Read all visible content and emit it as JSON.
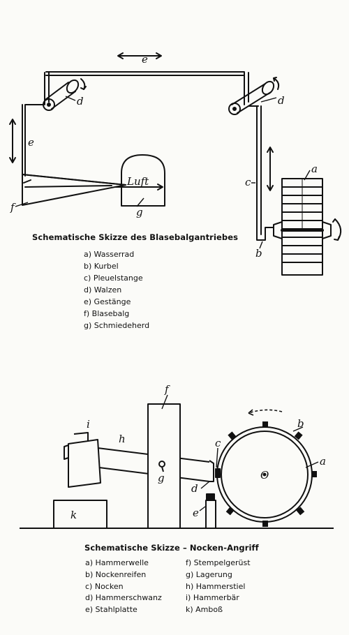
{
  "diagram1": {
    "caption": "Schematische Skizze des Blasebalgantriebes",
    "labels": {
      "a": "a",
      "b": "b",
      "c": "c",
      "d1": "d",
      "d2": "d",
      "e_top": "e",
      "e_left": "e",
      "f": "f",
      "g": "g",
      "luft": "Luft"
    },
    "legend": [
      "a) Wasserrad",
      "b) Kurbel",
      "c) Pleuelstange",
      "d) Walzen",
      "e) Gestänge",
      "f) Blasebalg",
      "g) Schmiedeherd"
    ]
  },
  "diagram2": {
    "caption": "Schematische Skizze – Nocken-Angriff",
    "labels": {
      "a": "a",
      "b": "b",
      "c": "c",
      "d": "d",
      "e": "e",
      "f": "f",
      "g": "g",
      "h": "h",
      "i": "i",
      "k": "k",
      "o": "O"
    },
    "legend_left": [
      "a) Hammerwelle",
      "b) Nockenreifen",
      "c) Nocken",
      "d) Hammerschwanz",
      "e) Stahlplatte"
    ],
    "legend_right": [
      "f) Stempelgerüst",
      "g) Lagerung",
      "h) Hammerstiel",
      "i) Hammerbär",
      "k) Amboß"
    ]
  }
}
